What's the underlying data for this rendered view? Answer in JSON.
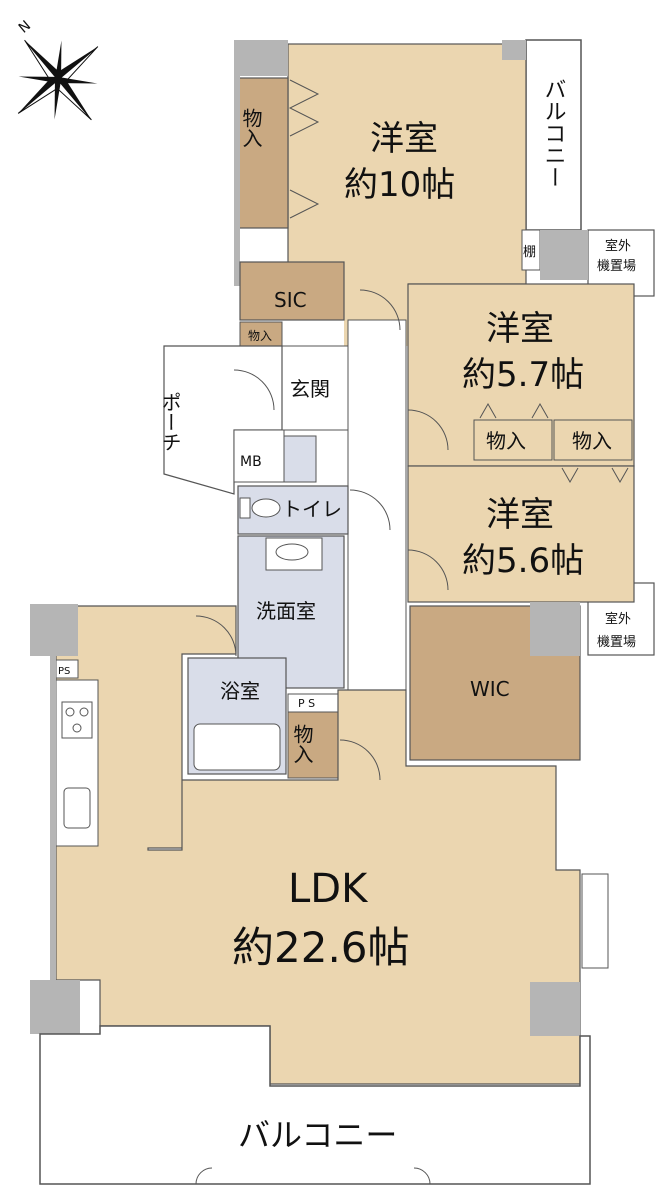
{
  "compass": {
    "north_label": "N"
  },
  "colors": {
    "bedroom": "#ebd6b0",
    "storage": "#c9a982",
    "ldk": "#ebd6b0",
    "wet": "#d9dde9",
    "wall": "#b5b5b5",
    "balcony": "#ffffff",
    "outline": "#555555"
  },
  "rooms": {
    "western_room_1": {
      "name": "洋室",
      "size": "約10帖"
    },
    "western_room_2": {
      "name": "洋室",
      "size": "約5.7帖"
    },
    "western_room_3": {
      "name": "洋室",
      "size": "約5.6帖"
    },
    "ldk": {
      "name": "LDK",
      "size": "約22.6帖"
    },
    "sic": "SIC",
    "wic": "WIC",
    "entrance": "玄関",
    "porch": "ポーチ",
    "toilet": "トイレ",
    "washroom": "洗面室",
    "bathroom": "浴室",
    "meter_box": "MB"
  },
  "storage": {
    "closet": "物入",
    "shelf": "棚",
    "pipe_space": "PS",
    "pipe_space_spaced": "P S"
  },
  "balcony": {
    "upper": "バルコニー",
    "lower": "バルコニー"
  },
  "outdoor_unit": {
    "line1": "室外",
    "line2": "機置場"
  }
}
